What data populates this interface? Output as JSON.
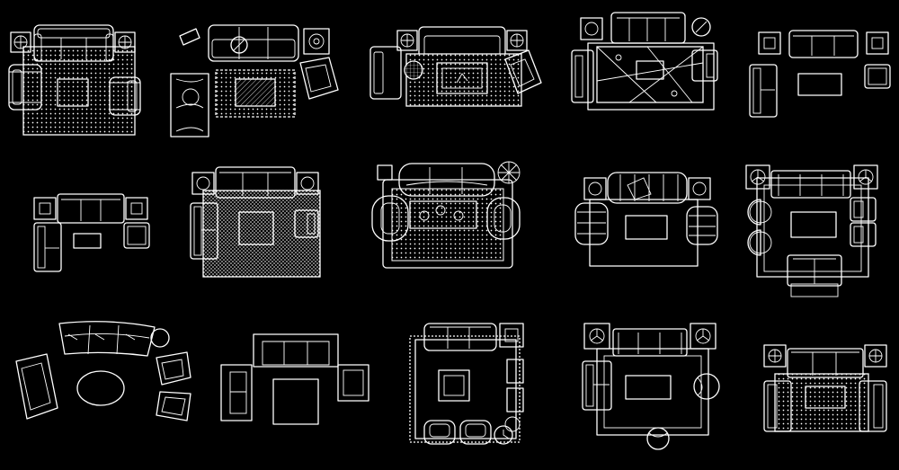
{
  "drawing": {
    "background": "#000000",
    "line_color": "#ffffff",
    "layout": {
      "rows": 3,
      "columns": 5
    },
    "blocks": [
      {
        "id": "layout-1",
        "items": [
          "three-seat-sofa",
          "armchair",
          "armchair",
          "end-table",
          "end-table",
          "square-coffee-table",
          "dotted-rug"
        ]
      },
      {
        "id": "layout-2",
        "items": [
          "sofa",
          "curved-sectional",
          "armchair",
          "rectangular-coffee-table",
          "fringed-rug",
          "table-lamp"
        ]
      },
      {
        "id": "layout-3",
        "items": [
          "sofa",
          "armchair",
          "round-ottoman",
          "coffee-table",
          "end-table",
          "end-table",
          "dotted-rug"
        ]
      },
      {
        "id": "layout-4",
        "items": [
          "sofa",
          "loveseat",
          "armchair",
          "coffee-table",
          "floor-lamp",
          "geometric-rug"
        ]
      },
      {
        "id": "layout-5",
        "items": [
          "sofa",
          "loveseat",
          "ottoman",
          "coffee-table",
          "end-table",
          "end-table"
        ]
      },
      {
        "id": "layout-6",
        "items": [
          "sofa",
          "loveseat",
          "ottoman",
          "coffee-table",
          "end-table",
          "end-table"
        ]
      },
      {
        "id": "layout-7",
        "items": [
          "sofa",
          "loveseat",
          "armchair",
          "square-coffee-table",
          "end-table",
          "end-table",
          "dotted-rug"
        ]
      },
      {
        "id": "layout-8",
        "items": [
          "sofa",
          "armchair",
          "armchair",
          "coffee-table",
          "potted-plant",
          "dotted-rug"
        ]
      },
      {
        "id": "layout-9",
        "items": [
          "tufted-sofa",
          "tufted-armchair",
          "tufted-armchair",
          "coffee-table",
          "end-table",
          "end-table",
          "rug"
        ]
      },
      {
        "id": "layout-10",
        "items": [
          "sofa",
          "loveseat",
          "armchair",
          "armchair",
          "armchair",
          "armchair",
          "coffee-table",
          "end-table",
          "end-table",
          "rug"
        ]
      },
      {
        "id": "layout-11",
        "items": [
          "curved-sofa",
          "armchair",
          "armchair",
          "armchair",
          "round-side-table",
          "oval-coffee-table"
        ]
      },
      {
        "id": "layout-12",
        "items": [
          "sofa",
          "armchair",
          "armchair",
          "square-coffee-table"
        ]
      },
      {
        "id": "layout-13",
        "items": [
          "sofa",
          "chairs",
          "square-coffee-table",
          "end-table",
          "wall-clock",
          "fringed-rug"
        ]
      },
      {
        "id": "layout-14",
        "items": [
          "sofa",
          "loveseat",
          "round-chair",
          "round-chair",
          "coffee-table",
          "end-table",
          "end-table",
          "rug"
        ]
      },
      {
        "id": "layout-15",
        "items": [
          "sofa",
          "armchair",
          "armchair",
          "coffee-table",
          "end-table",
          "end-table",
          "dotted-rug"
        ]
      }
    ]
  }
}
